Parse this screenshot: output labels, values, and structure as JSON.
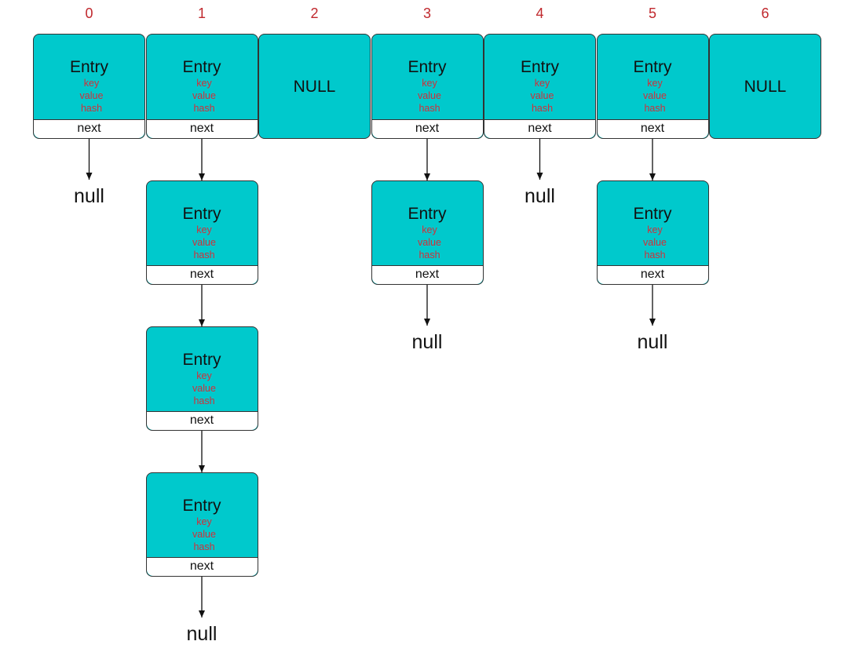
{
  "buckets": [
    {
      "index": "0",
      "state": "entry"
    },
    {
      "index": "1",
      "state": "entry"
    },
    {
      "index": "2",
      "state": "empty",
      "label": "NULL"
    },
    {
      "index": "3",
      "state": "entry"
    },
    {
      "index": "4",
      "state": "entry"
    },
    {
      "index": "5",
      "state": "entry"
    },
    {
      "index": "6",
      "state": "empty",
      "label": "NULL"
    }
  ],
  "entry": {
    "title": "Entry",
    "key_label": "key",
    "value_label": "value",
    "hash_label": "hash",
    "next_label": "next"
  },
  "null_terminator": "null",
  "chains": [
    {
      "bucket": "0",
      "extra_nodes": 0
    },
    {
      "bucket": "1",
      "extra_nodes": 3
    },
    {
      "bucket": "3",
      "extra_nodes": 1
    },
    {
      "bucket": "4",
      "extra_nodes": 0
    },
    {
      "bucket": "5",
      "extra_nodes": 1
    }
  ],
  "colors": {
    "box_fill": "#00c9cc",
    "index_text": "#c0282d",
    "field_text": "#d0303a",
    "next_fill": "#ffffff"
  }
}
